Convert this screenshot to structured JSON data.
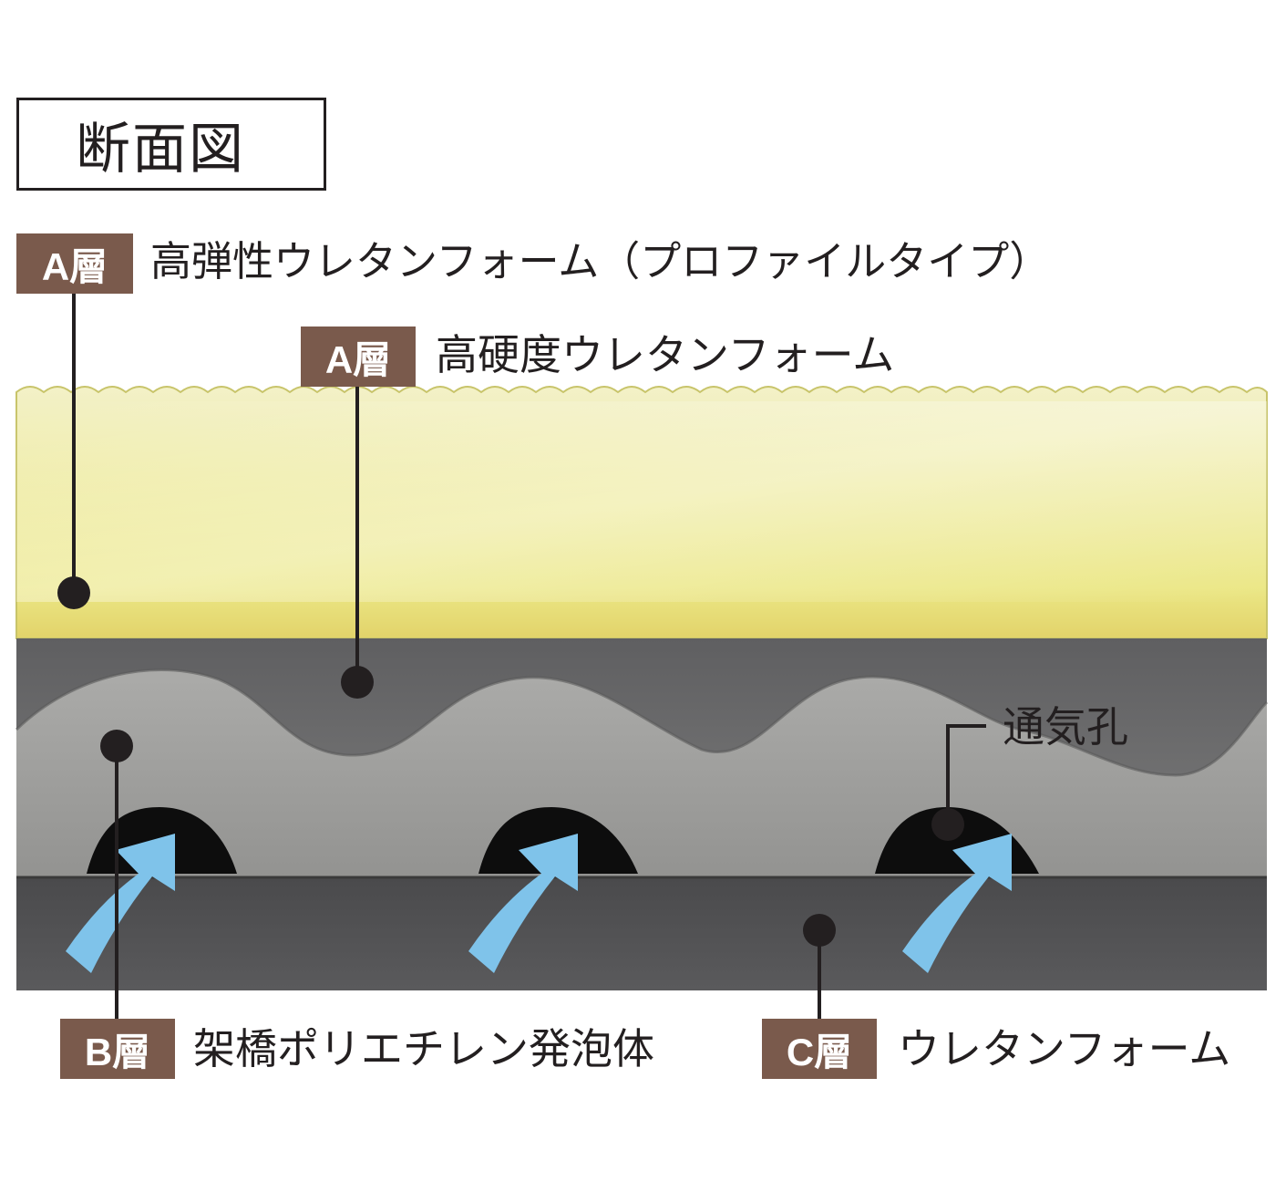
{
  "title": "断面図",
  "layers": {
    "a1": {
      "tag": "A層",
      "desc": "高弾性ウレタンフォーム（プロファイルタイプ）"
    },
    "a2": {
      "tag": "A層",
      "desc": "高硬度ウレタンフォーム"
    },
    "b": {
      "tag": "B層",
      "desc": "架橋ポリエチレン発泡体"
    },
    "c": {
      "tag": "C層",
      "desc": "ウレタンフォーム"
    }
  },
  "vent": {
    "label": "通気孔"
  },
  "colors": {
    "tag_bg": "#7a5a4c",
    "foam_yellow": "#ece99a",
    "hard_layer": "#717171",
    "polyethylene": "#9e9e9c",
    "base_layer": "#545456",
    "arrow": "#7fc3ea",
    "leader": "#231f20"
  }
}
